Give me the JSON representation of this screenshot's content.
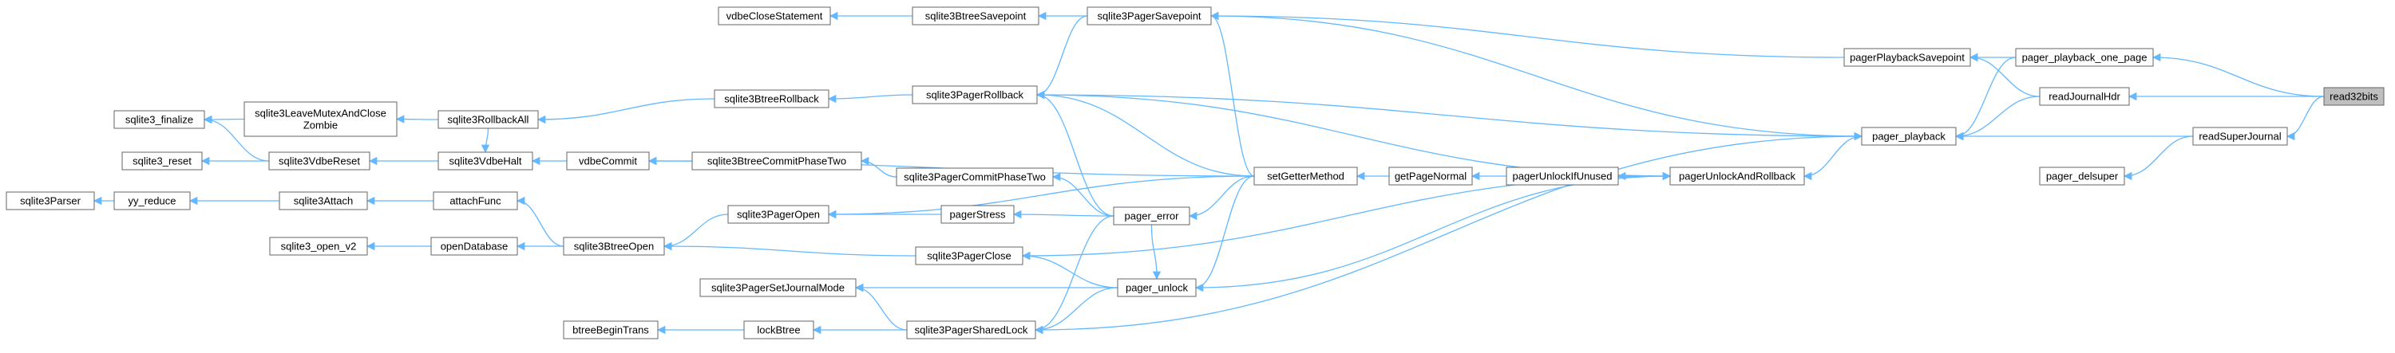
{
  "nodes": [
    {
      "id": "sqlite3Parser",
      "label": "sqlite3Parser"
    },
    {
      "id": "yy_reduce",
      "label": "yy_reduce"
    },
    {
      "id": "sqlite3_finalize",
      "label": "sqlite3_finalize"
    },
    {
      "id": "sqlite3_reset",
      "label": "sqlite3_reset"
    },
    {
      "id": "sqlite3LeaveMutexAndCloseZombie",
      "label": "sqlite3LeaveMutexAndClose\nZombie"
    },
    {
      "id": "sqlite3VdbeReset",
      "label": "sqlite3VdbeReset"
    },
    {
      "id": "sqlite3Attach",
      "label": "sqlite3Attach"
    },
    {
      "id": "sqlite3_open_v2",
      "label": "sqlite3_open_v2"
    },
    {
      "id": "sqlite3RollbackAll",
      "label": "sqlite3RollbackAll"
    },
    {
      "id": "sqlite3VdbeHalt",
      "label": "sqlite3VdbeHalt"
    },
    {
      "id": "attachFunc",
      "label": "attachFunc"
    },
    {
      "id": "openDatabase",
      "label": "openDatabase"
    },
    {
      "id": "btreeBeginTrans",
      "label": "btreeBeginTrans"
    },
    {
      "id": "vdbeCloseStatement",
      "label": "vdbeCloseStatement"
    },
    {
      "id": "sqlite3BtreeRollback",
      "label": "sqlite3BtreeRollback"
    },
    {
      "id": "vdbeCommit",
      "label": "vdbeCommit"
    },
    {
      "id": "sqlite3BtreeOpen",
      "label": "sqlite3BtreeOpen"
    },
    {
      "id": "lockBtree",
      "label": "lockBtree"
    },
    {
      "id": "sqlite3BtreeSavepoint",
      "label": "sqlite3BtreeSavepoint"
    },
    {
      "id": "sqlite3BtreeCommitPhaseTwo",
      "label": "sqlite3BtreeCommitPhaseTwo"
    },
    {
      "id": "sqlite3PagerOpen",
      "label": "sqlite3PagerOpen"
    },
    {
      "id": "sqlite3PagerSetJournalMode",
      "label": "sqlite3PagerSetJournalMode"
    },
    {
      "id": "sqlite3PagerSavepoint",
      "label": "sqlite3PagerSavepoint"
    },
    {
      "id": "sqlite3PagerRollback",
      "label": "sqlite3PagerRollback"
    },
    {
      "id": "sqlite3PagerCommitPhaseTwo",
      "label": "sqlite3PagerCommitPhaseTwo"
    },
    {
      "id": "pagerStress",
      "label": "pagerStress"
    },
    {
      "id": "sqlite3PagerClose",
      "label": "sqlite3PagerClose"
    },
    {
      "id": "sqlite3PagerSharedLock",
      "label": "sqlite3PagerSharedLock"
    },
    {
      "id": "pager_error",
      "label": "pager_error"
    },
    {
      "id": "pager_unlock",
      "label": "pager_unlock"
    },
    {
      "id": "setGetterMethod",
      "label": "setGetterMethod"
    },
    {
      "id": "getPageNormal",
      "label": "getPageNormal"
    },
    {
      "id": "pagerUnlockIfUnused",
      "label": "pagerUnlockIfUnused"
    },
    {
      "id": "pagerUnlockAndRollback",
      "label": "pagerUnlockAndRollback"
    },
    {
      "id": "pagerPlaybackSavepoint",
      "label": "pagerPlaybackSavepoint"
    },
    {
      "id": "pager_playback",
      "label": "pager_playback"
    },
    {
      "id": "pager_playback_one_page",
      "label": "pager_playback_one_page"
    },
    {
      "id": "readJournalHdr",
      "label": "readJournalHdr"
    },
    {
      "id": "pager_delsuper",
      "label": "pager_delsuper"
    },
    {
      "id": "readSuperJournal",
      "label": "readSuperJournal"
    },
    {
      "id": "read32bits",
      "label": "read32bits",
      "root": true
    }
  ],
  "edges": [
    [
      "sqlite3Parser",
      "yy_reduce"
    ],
    [
      "yy_reduce",
      "sqlite3Attach"
    ],
    [
      "sqlite3_finalize",
      "sqlite3LeaveMutexAndCloseZombie"
    ],
    [
      "sqlite3_finalize",
      "sqlite3VdbeReset"
    ],
    [
      "sqlite3_reset",
      "sqlite3VdbeReset"
    ],
    [
      "sqlite3LeaveMutexAndCloseZombie",
      "sqlite3RollbackAll"
    ],
    [
      "sqlite3VdbeReset",
      "sqlite3VdbeHalt"
    ],
    [
      "sqlite3Attach",
      "attachFunc"
    ],
    [
      "sqlite3_open_v2",
      "openDatabase"
    ],
    [
      "sqlite3VdbeHalt",
      "sqlite3RollbackAll"
    ],
    [
      "sqlite3VdbeHalt",
      "vdbeCommit"
    ],
    [
      "sqlite3RollbackAll",
      "sqlite3BtreeRollback"
    ],
    [
      "attachFunc",
      "sqlite3BtreeOpen"
    ],
    [
      "openDatabase",
      "sqlite3BtreeOpen"
    ],
    [
      "btreeBeginTrans",
      "lockBtree"
    ],
    [
      "vdbeCloseStatement",
      "sqlite3BtreeSavepoint"
    ],
    [
      "vdbeCommit",
      "sqlite3BtreeCommitPhaseTwo"
    ],
    [
      "vdbeCommit",
      "setGetterMethod"
    ],
    [
      "sqlite3BtreeRollback",
      "sqlite3PagerRollback"
    ],
    [
      "sqlite3BtreeOpen",
      "sqlite3PagerOpen"
    ],
    [
      "sqlite3BtreeOpen",
      "sqlite3PagerClose"
    ],
    [
      "lockBtree",
      "sqlite3PagerSharedLock"
    ],
    [
      "sqlite3BtreeSavepoint",
      "sqlite3PagerSavepoint"
    ],
    [
      "sqlite3BtreeCommitPhaseTwo",
      "sqlite3PagerCommitPhaseTwo"
    ],
    [
      "sqlite3PagerOpen",
      "pagerStress"
    ],
    [
      "sqlite3PagerOpen",
      "setGetterMethod"
    ],
    [
      "sqlite3PagerSetJournalMode",
      "pager_unlock"
    ],
    [
      "sqlite3PagerSetJournalMode",
      "sqlite3PagerSharedLock"
    ],
    [
      "sqlite3PagerSavepoint",
      "pagerPlaybackSavepoint"
    ],
    [
      "sqlite3PagerSavepoint",
      "setGetterMethod"
    ],
    [
      "sqlite3PagerRollback",
      "sqlite3PagerSavepoint"
    ],
    [
      "sqlite3PagerRollback",
      "pager_error"
    ],
    [
      "sqlite3PagerRollback",
      "setGetterMethod"
    ],
    [
      "sqlite3PagerCommitPhaseTwo",
      "pager_error"
    ],
    [
      "pagerStress",
      "pager_error"
    ],
    [
      "sqlite3PagerClose",
      "pager_unlock"
    ],
    [
      "sqlite3PagerClose",
      "pagerUnlockAndRollback"
    ],
    [
      "sqlite3PagerSharedLock",
      "pager_error"
    ],
    [
      "sqlite3PagerSharedLock",
      "pager_unlock"
    ],
    [
      "sqlite3PagerSharedLock",
      "pager_playback"
    ],
    [
      "pager_error",
      "setGetterMethod"
    ],
    [
      "pager_unlock",
      "pager_error"
    ],
    [
      "pager_unlock",
      "setGetterMethod"
    ],
    [
      "setGetterMethod",
      "getPageNormal"
    ],
    [
      "getPageNormal",
      "pagerUnlockIfUnused"
    ],
    [
      "pagerUnlockIfUnused",
      "pagerUnlockAndRollback"
    ],
    [
      "pagerUnlockAndRollback",
      "pager_unlock"
    ],
    [
      "pagerUnlockAndRollback",
      "sqlite3PagerRollback"
    ],
    [
      "pagerUnlockAndRollback",
      "pager_playback"
    ],
    [
      "pagerPlaybackSavepoint",
      "pager_playback_one_page"
    ],
    [
      "pagerPlaybackSavepoint",
      "readJournalHdr"
    ],
    [
      "pager_playback",
      "sqlite3PagerRollback"
    ],
    [
      "pager_playback",
      "sqlite3PagerSavepoint"
    ],
    [
      "pager_playback",
      "pager_playback_one_page"
    ],
    [
      "pager_playback",
      "readJournalHdr"
    ],
    [
      "pager_playback",
      "readSuperJournal"
    ],
    [
      "pager_delsuper",
      "readSuperJournal"
    ],
    [
      "pager_playback_one_page",
      "read32bits"
    ],
    [
      "readJournalHdr",
      "read32bits"
    ],
    [
      "readSuperJournal",
      "read32bits"
    ]
  ]
}
